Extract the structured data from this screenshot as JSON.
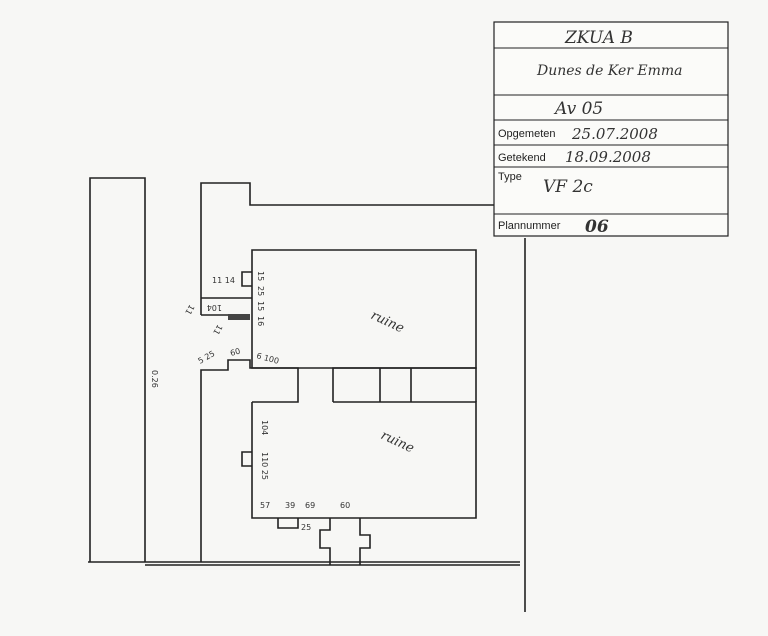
{
  "title_block": {
    "project": "ZKUA B",
    "location": "Dunes de Ker Emma",
    "code": "Av 05",
    "surveyed_label": "Opgemeten",
    "surveyed_value": "25.07.2008",
    "drawn_label": "Getekend",
    "drawn_value": "18.09.2008",
    "type_label": "Type",
    "type_value": "VF 2c",
    "plan_label": "Plannummer",
    "plan_value": "06"
  },
  "annotations": {
    "room_upper": "ruine",
    "room_lower": "ruine",
    "left_side": "0.26",
    "upper_small_1": "15",
    "upper_small_2": "25",
    "upper_small_3": "15",
    "upper_box": "104",
    "upper_box_left": "11",
    "upper_box_bottom": "11",
    "upper_box_right": "16",
    "upper_notch": "11 14",
    "middle_1": "5 25",
    "middle_2": "60",
    "middle_3": "6 100",
    "lower_left_1": "104",
    "lower_left_2": "110 25",
    "lower_bottom_1": "57",
    "lower_bottom_2": "39",
    "lower_bottom_3": "69",
    "lower_bottom_4": "60",
    "step": "25"
  }
}
